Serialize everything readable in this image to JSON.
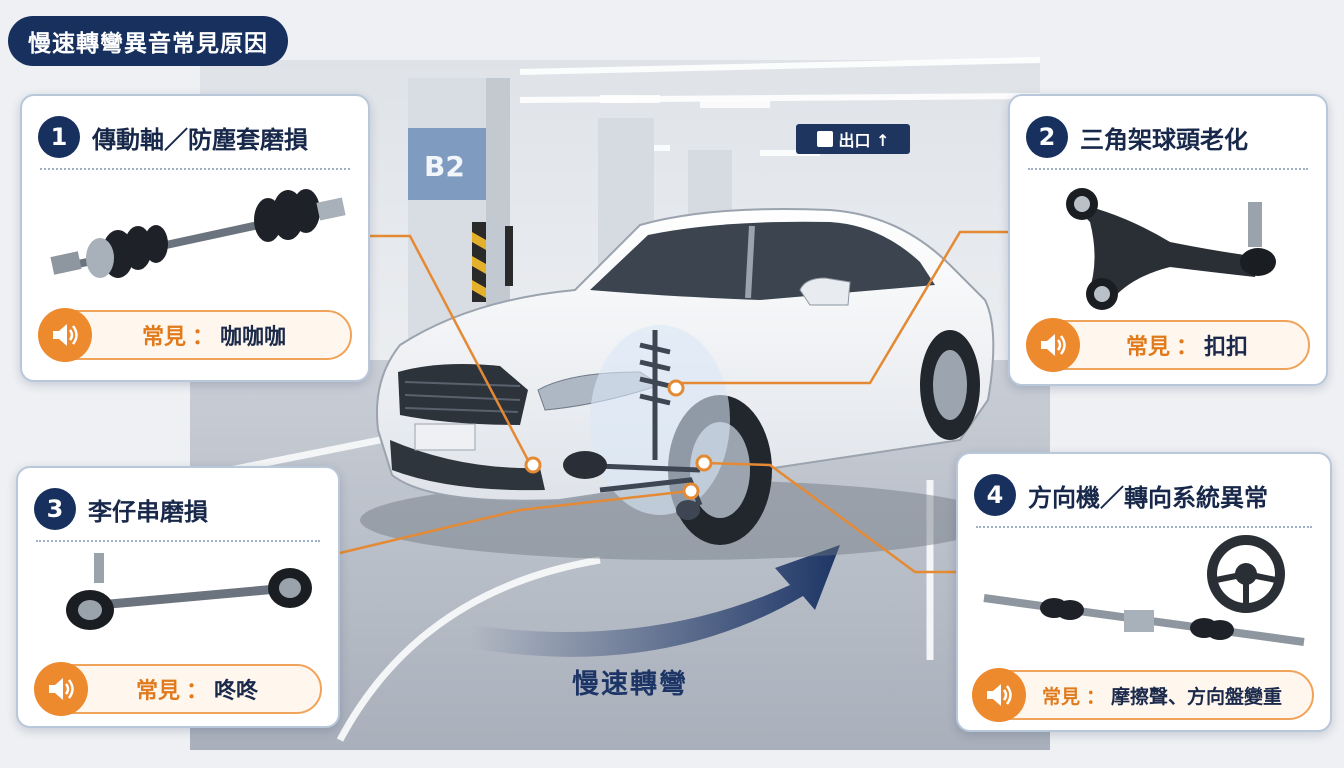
{
  "header": {
    "title": "慢速轉彎異音常見原因"
  },
  "background": {
    "level_sign": "B2",
    "exit_sign": "出口 ↑"
  },
  "turn_label": "慢速轉彎",
  "sound_prefix": "常見",
  "sound_colon": "：",
  "cards": [
    {
      "number": "1",
      "title": "傳動軸／防塵套磨損",
      "sound": "咖咖咖",
      "part_icon": "drive-shaft-icon"
    },
    {
      "number": "2",
      "title": "三角架球頭老化",
      "sound": "扣扣",
      "part_icon": "control-arm-icon"
    },
    {
      "number": "3",
      "title": "李仔串磨損",
      "sound": "咚咚",
      "part_icon": "stabilizer-link-icon"
    },
    {
      "number": "4",
      "title": "方向機／轉向系統異常",
      "sound": "摩擦聲、方向盤變重",
      "part_icon": "steering-rack-icon"
    }
  ],
  "colors": {
    "navy": "#17305e",
    "accent_orange": "#ee8a2e",
    "card_border": "#b9c7da"
  }
}
